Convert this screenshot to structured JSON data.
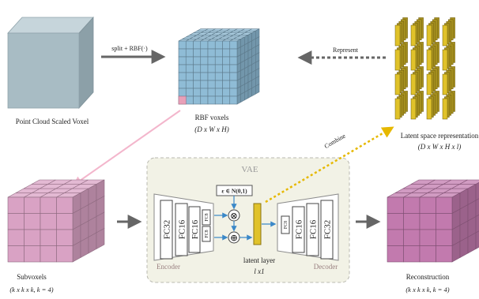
{
  "labels": {
    "point_cloud": "Point Cloud Scaled Voxel",
    "rbf_voxels": "RBF voxels",
    "rbf_dims": "(D x W x H)",
    "latent_space": "Latent space representation",
    "latent_dims": "(D x W x H x l)",
    "subvoxels": "Subvoxels",
    "subvoxel_dims": "(k x k x k, k = 4)",
    "reconstruction": "Reconstruction",
    "reconstruction_dims": "(k x k x k, k = 4)"
  },
  "arrows": {
    "split": "split + RBF(·)",
    "represent": "Represent",
    "combine": "Combine"
  },
  "vae": {
    "title": "VAE",
    "encoder": "Encoder",
    "decoder": "Decoder",
    "latent_layer": "latent layer",
    "latent_size": "l x1",
    "noise": "ε ∈ N(0,1)",
    "multiply_symbol": "⊗",
    "add_symbol": "⊕",
    "encoder_layers": [
      "FC32",
      "FC16",
      "FC16",
      "FC8",
      "FC8"
    ],
    "decoder_layers": [
      "FC8",
      "FC16",
      "FC16",
      "FC32"
    ]
  },
  "colors": {
    "scaled_voxel": "#a8bcc4",
    "rbf_cube": "#8fbcd6",
    "latent_bar": "#e0c22a",
    "subvoxel_cube": "#d9a2c4",
    "reconstruction_cube": "#c27aae",
    "vae_background": "#f2f2e6",
    "pink_arrow": "#f3b6cc",
    "dashed_gold": "#e6b800",
    "blue_arrow": "#3a88c8"
  }
}
